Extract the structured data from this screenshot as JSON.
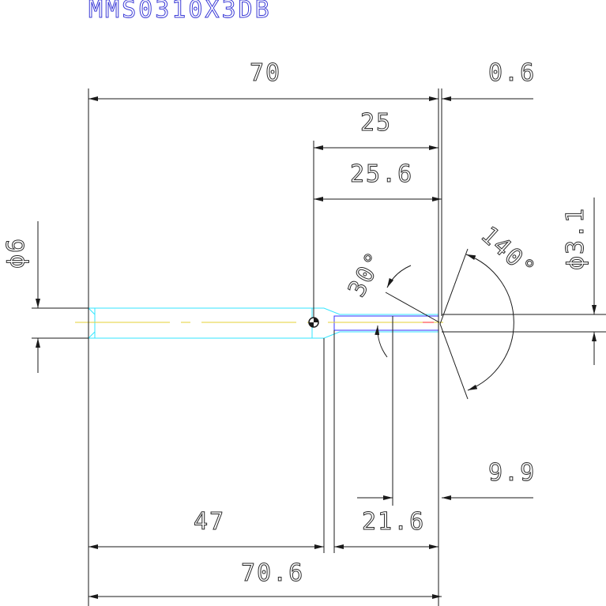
{
  "drawing": {
    "part_number": "MMS0310X3DB",
    "dimensions": {
      "overall_length": "70",
      "tip_offset": "0.6",
      "flute_length": "25",
      "neck_length": "25.6",
      "shank_diameter": "ϕ6",
      "cutter_diameter": "ϕ3.1",
      "point_angle": "140°",
      "taper_angle": "30°",
      "shank_length": "47",
      "body_length": "21.6",
      "reach": "9.9",
      "total_length": "70.6"
    },
    "colors": {
      "outline": "#1a1a1a",
      "shank": "#33e6ff",
      "flute": "#3333ff",
      "edge": "#ff2a2a",
      "centerline": "#e6d233",
      "title": "#3a3ad6"
    }
  }
}
